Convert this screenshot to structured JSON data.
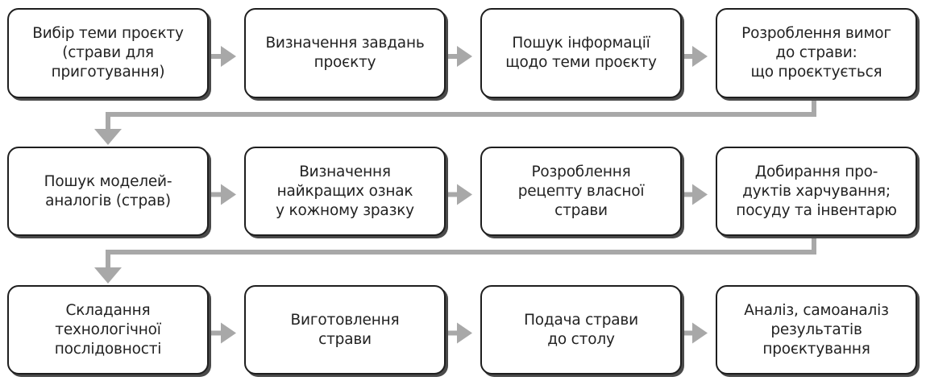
{
  "diagram": {
    "type": "flowchart",
    "rows": [
      {
        "steps": [
          {
            "id": "s1",
            "lines": [
              "Вибір теми проєкту",
              "(страви для",
              "приготування)"
            ]
          },
          {
            "id": "s2",
            "lines": [
              "Визначення завдань",
              "проєкту"
            ]
          },
          {
            "id": "s3",
            "lines": [
              "Пошук інформації",
              "щодо теми проєкту"
            ]
          },
          {
            "id": "s4",
            "lines": [
              "Розроблення вимог",
              "до страви:",
              "що проєктується"
            ]
          }
        ]
      },
      {
        "steps": [
          {
            "id": "s5",
            "lines": [
              "Пошук моделей-",
              "аналогів (страв)"
            ]
          },
          {
            "id": "s6",
            "lines": [
              "Визначення",
              "найкращих ознак",
              "у кожному зразку"
            ]
          },
          {
            "id": "s7",
            "lines": [
              "Розроблення",
              "рецепту власної",
              "страви"
            ]
          },
          {
            "id": "s8",
            "lines": [
              "Добирання про-",
              "дуктів харчування;",
              "посуду та інвентарю"
            ]
          }
        ]
      },
      {
        "steps": [
          {
            "id": "s9",
            "lines": [
              "Складання",
              "технологічної",
              "послідовності"
            ]
          },
          {
            "id": "s10",
            "lines": [
              "Виготовлення",
              "страви"
            ]
          },
          {
            "id": "s11",
            "lines": [
              "Подача страви",
              "до столу"
            ]
          },
          {
            "id": "s12",
            "lines": [
              "Аналіз, самоаналіз",
              "результатів",
              "проєктування"
            ]
          }
        ]
      }
    ],
    "edges": [
      [
        "s1",
        "s2"
      ],
      [
        "s2",
        "s3"
      ],
      [
        "s3",
        "s4"
      ],
      [
        "s4",
        "s5"
      ],
      [
        "s5",
        "s6"
      ],
      [
        "s6",
        "s7"
      ],
      [
        "s7",
        "s8"
      ],
      [
        "s8",
        "s9"
      ],
      [
        "s9",
        "s10"
      ],
      [
        "s10",
        "s11"
      ],
      [
        "s11",
        "s12"
      ]
    ],
    "colors": {
      "box_border": "#1e1e1e",
      "box_shadow": "#4a4a4a",
      "box_fill": "#ffffff",
      "text": "#222222",
      "arrow": "#a8a8a8"
    }
  }
}
